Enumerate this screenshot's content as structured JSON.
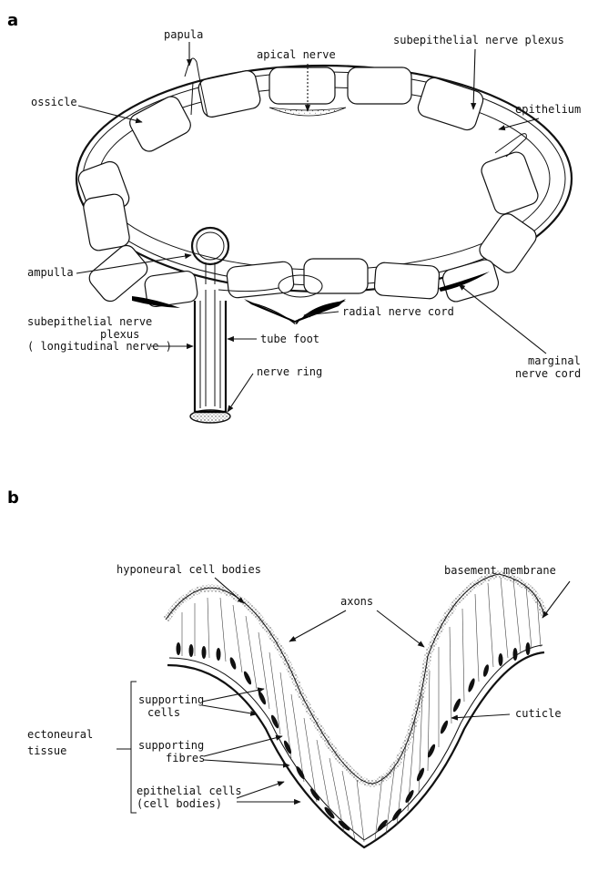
{
  "panel_a": {
    "letter": "a",
    "labels": {
      "papula": "papula",
      "apical_nerve": "apical nerve",
      "subepithelial_nerve_plexus": "subepithelial nerve plexus",
      "ossicle": "ossicle",
      "epithelium": "epithelium",
      "ampulla": "ampulla",
      "subepithelial_nerve_plexus_2": "subepithelial nerve",
      "plexus": "plexus",
      "longitudinal_nerve": "( longitudinal nerve )",
      "tube_foot": "tube foot",
      "nerve_ring": "nerve ring",
      "radial_nerve_cord": "radial nerve cord",
      "marginal": "marginal",
      "nerve_cord": "nerve cord"
    }
  },
  "panel_b": {
    "letter": "b",
    "labels": {
      "hyponeural_cell_bodies": "hyponeural cell bodies",
      "basement_membrane": "basement membrane",
      "axons": "axons",
      "supporting": "supporting",
      "cells": "cells",
      "ectoneural": "ectoneural",
      "tissue": "tissue",
      "supporting_fibres_1": "supporting",
      "fibres": "fibres",
      "epithelial_cells": "epithelial cells",
      "cell_bodies": "(cell bodies)",
      "cuticle": "cuticle"
    }
  }
}
